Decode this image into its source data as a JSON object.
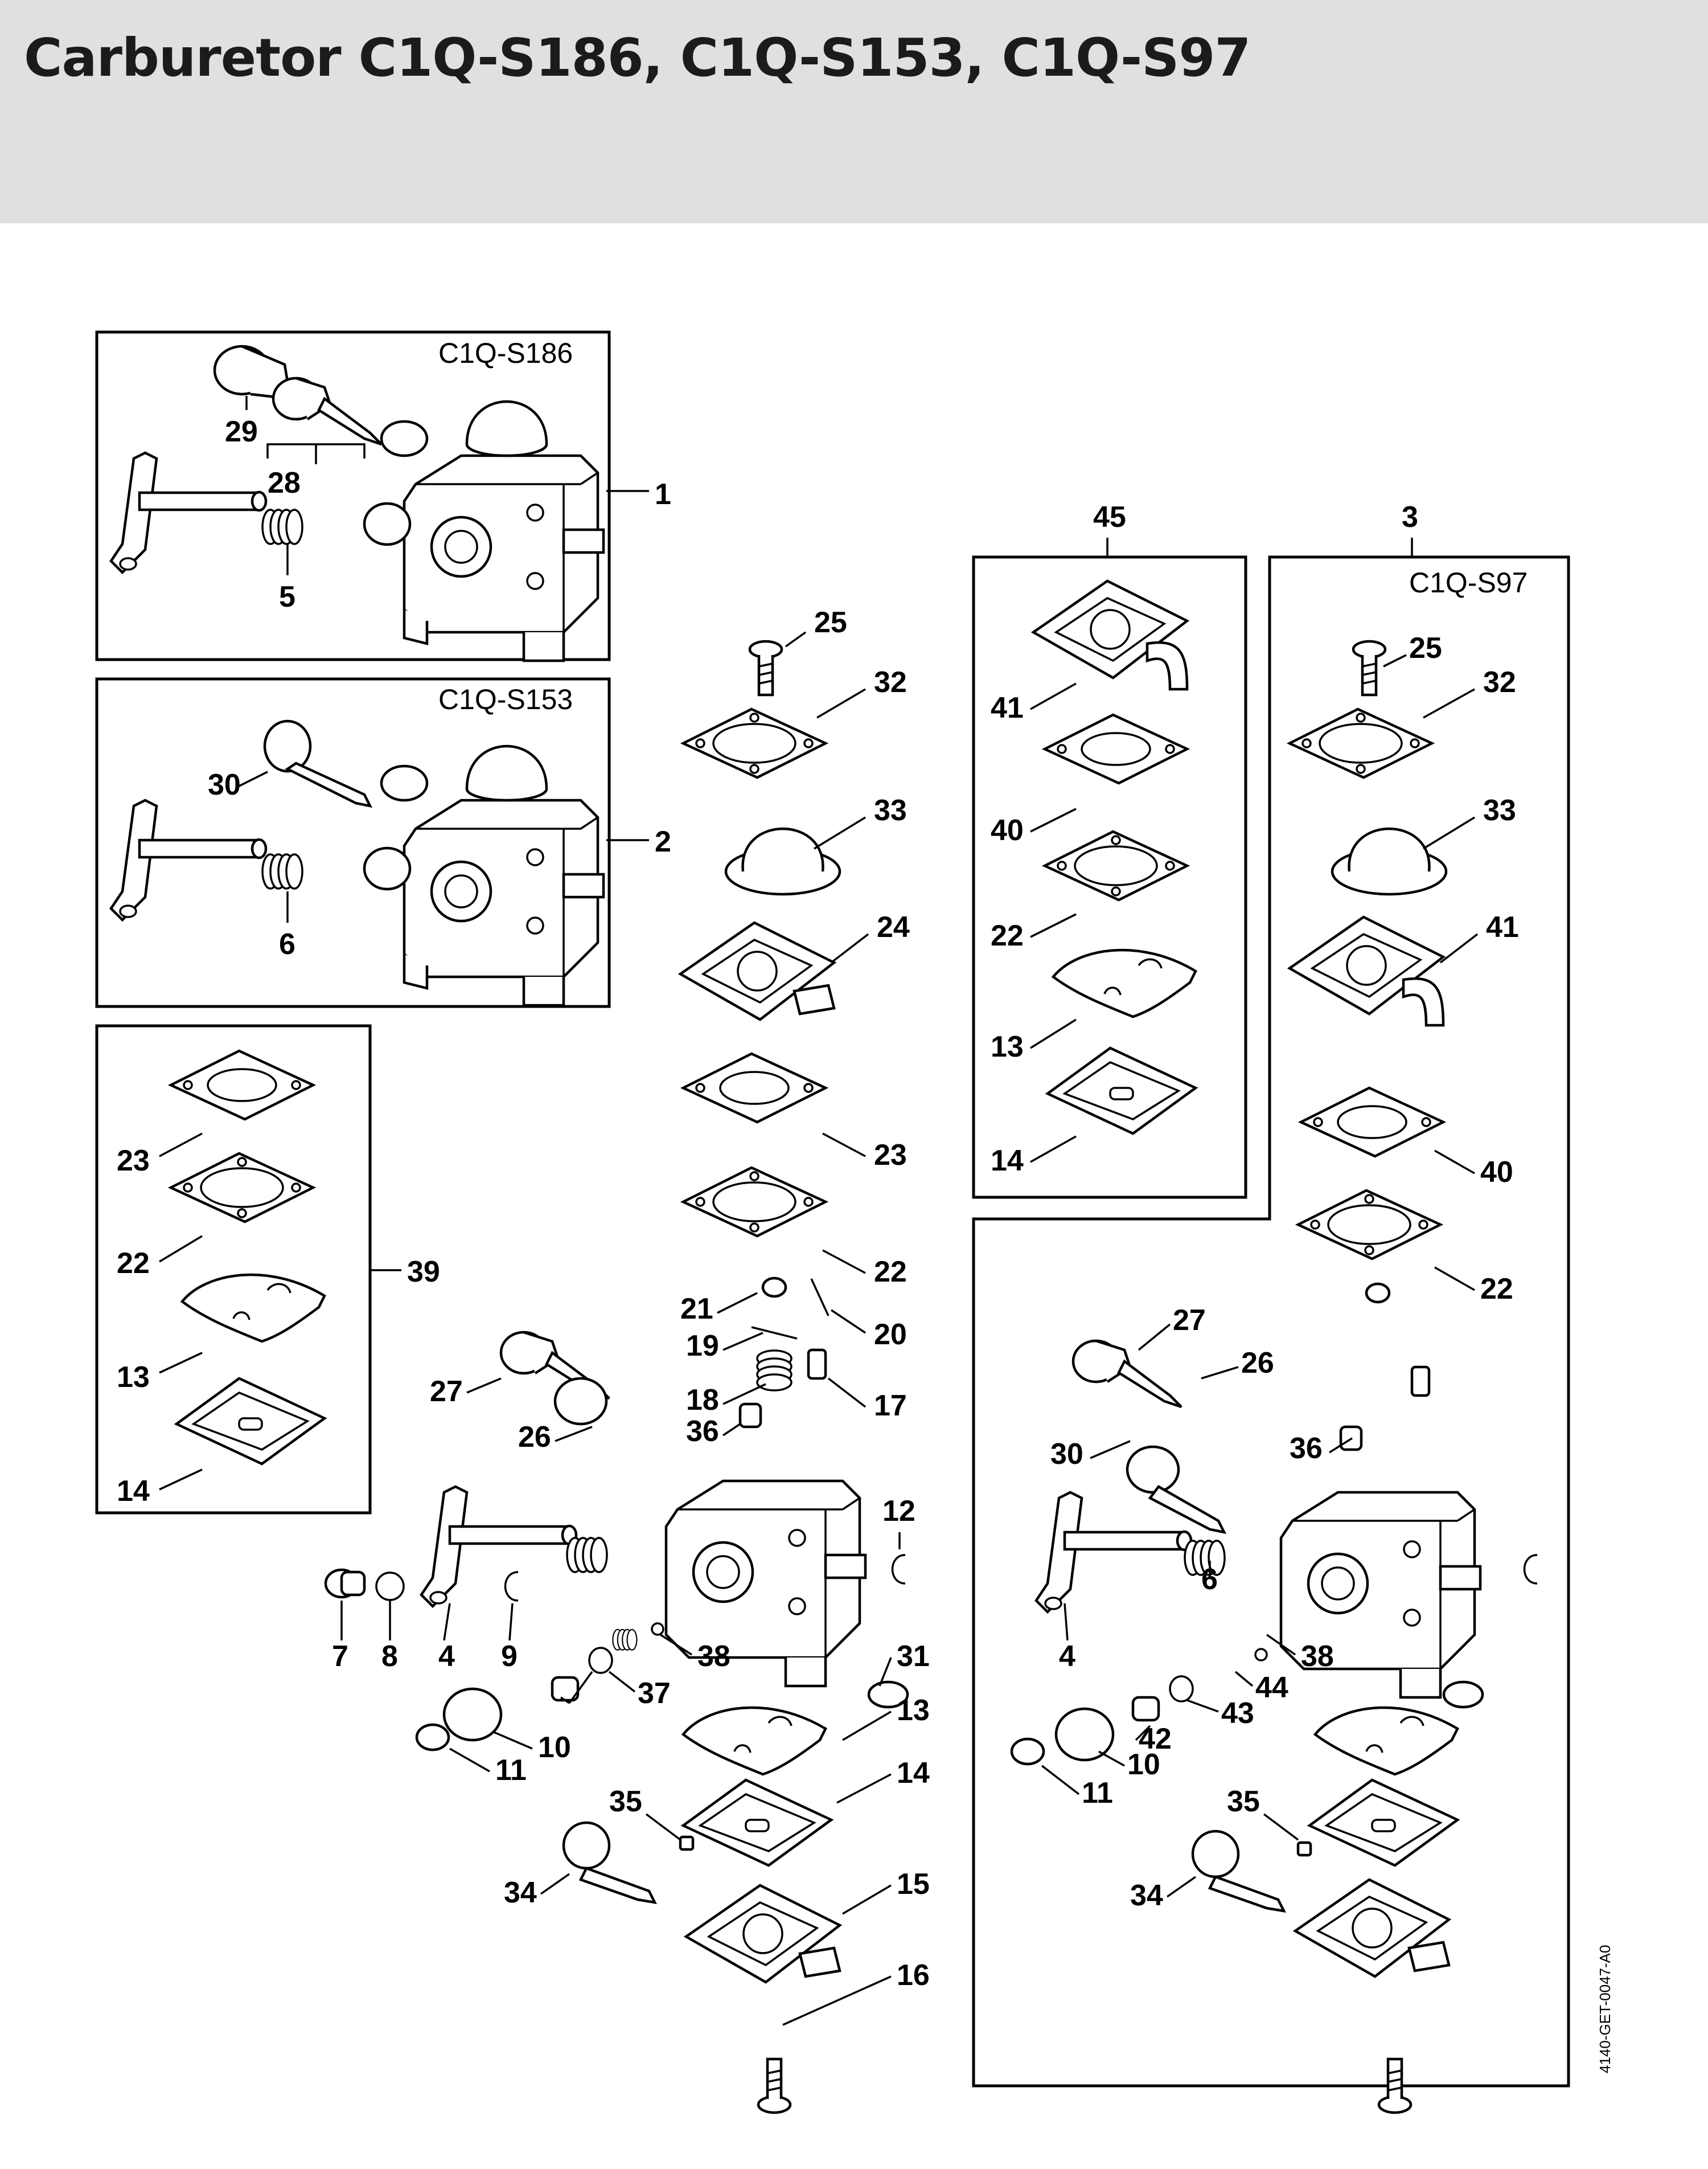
{
  "title": "Carburetor C1Q-S186, C1Q-S153, C1Q-S97",
  "doc_id": "4140-GET-0047-A0",
  "box_titles": {
    "s186": "C1Q-S186",
    "s153": "C1Q-S153",
    "s97": "C1Q-S97"
  },
  "callouts": {
    "1": "1",
    "2": "2",
    "3": "3",
    "4": "4",
    "5": "5",
    "6": "6",
    "7": "7",
    "8": "8",
    "9": "9",
    "10": "10",
    "11": "11",
    "12": "12",
    "13": "13",
    "14": "14",
    "15": "15",
    "16": "16",
    "17": "17",
    "18": "18",
    "19": "19",
    "20": "20",
    "21": "21",
    "22": "22",
    "23": "23",
    "24": "24",
    "25": "25",
    "26": "26",
    "27": "27",
    "28": "28",
    "29": "29",
    "30": "30",
    "31": "31",
    "32": "32",
    "33": "33",
    "34": "34",
    "35": "35",
    "36": "36",
    "37": "37",
    "38": "38",
    "39": "39",
    "40": "40",
    "41": "41",
    "42": "42",
    "43": "43",
    "44": "44",
    "45": "45"
  }
}
